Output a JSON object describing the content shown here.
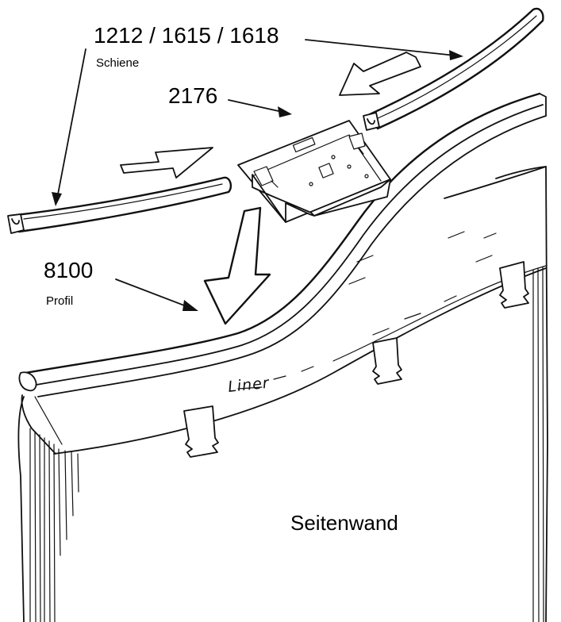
{
  "labels": {
    "rail_part_numbers": "1212 / 1615 / 1618",
    "rail_name": "Schiene",
    "connector_number": "2176",
    "profile_number": "8100",
    "profile_name": "Profil",
    "liner": "Liner",
    "wall": "Seitenwand"
  },
  "colors": {
    "ink": "#111111",
    "background": "#ffffff"
  }
}
